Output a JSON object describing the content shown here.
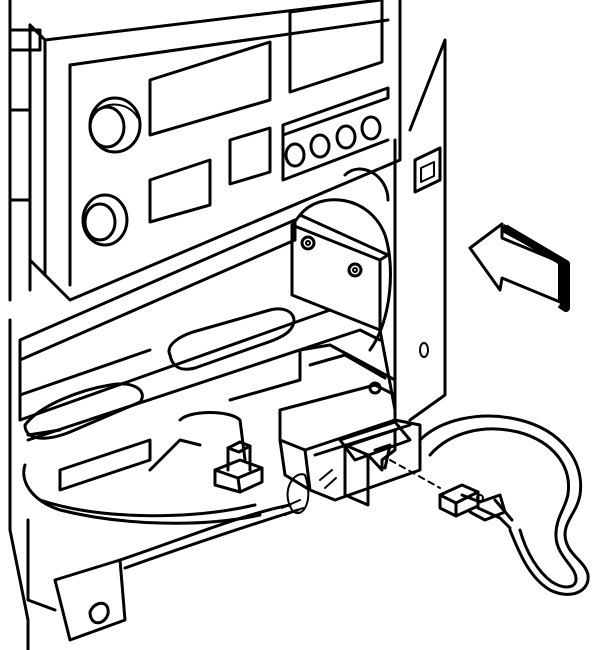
{
  "diagram": {
    "background": "#ffffff",
    "line_color": "#000000",
    "arrow_color": "#000000",
    "callout_arrow_icon": "arrow-icon",
    "parts": [
      "radio-faceplate",
      "left-knob",
      "right-knob",
      "display-window",
      "preset-buttons",
      "mounting-bracket",
      "hex-bolt",
      "wiring-connector",
      "connector-latch",
      "wire-harness",
      "small-plug-connector",
      "housing-panel"
    ]
  }
}
